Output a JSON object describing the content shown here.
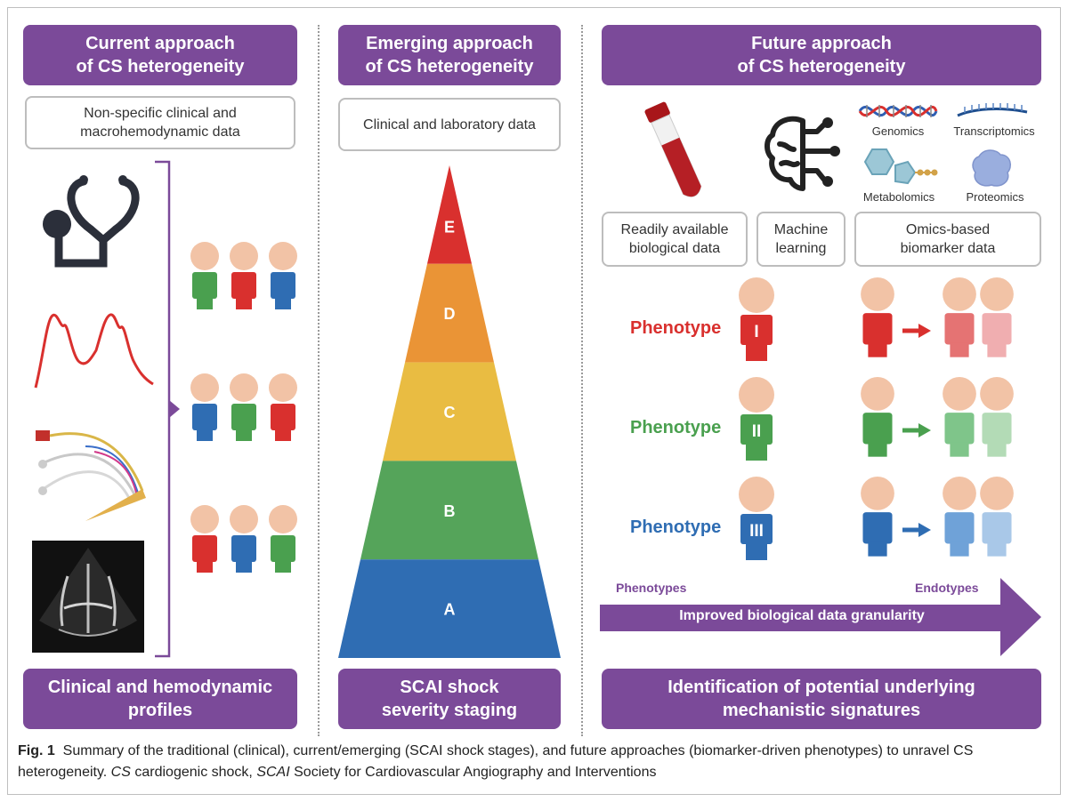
{
  "columns": {
    "current": {
      "header": "Current approach\nof CS heterogeneity",
      "data_box": "Non-specific clinical and\nmacrohemodynamic data",
      "footer": "Clinical and hemodynamic\nprofiles"
    },
    "emerging": {
      "header": "Emerging approach\nof CS heterogeneity",
      "data_box": "Clinical and laboratory data",
      "footer": "SCAI shock\nseverity staging"
    },
    "future": {
      "header": "Future approach\nof CS heterogeneity",
      "box_readily": "Readily available\nbiological data",
      "box_ml": "Machine\nlearning",
      "box_omics": "Omics-based\nbiomarker data",
      "footer": "Identification of potential underlying\nmechanistic signatures"
    }
  },
  "omics": {
    "genomics": "Genomics",
    "transcriptomics": "Transcriptomics",
    "metabolomics": "Metabolomics",
    "proteomics": "Proteomics"
  },
  "scai_stages": [
    {
      "label": "E",
      "color": "#d9302e"
    },
    {
      "label": "D",
      "color": "#ea9436"
    },
    {
      "label": "C",
      "color": "#e9bc42"
    },
    {
      "label": "B",
      "color": "#55a45a"
    },
    {
      "label": "A",
      "color": "#2f6db3"
    }
  ],
  "phenotypes": [
    {
      "word": "Phenotype",
      "numeral": "I",
      "color": "#d9302e",
      "light1": "#e57373",
      "light2": "#f0aeb0"
    },
    {
      "word": "Phenotype",
      "numeral": "II",
      "color": "#4aa04f",
      "light1": "#7fc58a",
      "light2": "#b3dbb6"
    },
    {
      "word": "Phenotype",
      "numeral": "III",
      "color": "#2f6db3",
      "light1": "#6fa2d8",
      "light2": "#a9c8e8"
    }
  ],
  "granularity_arrow": {
    "left_label": "Phenotypes",
    "right_label": "Endotypes",
    "text": "Improved biological data granularity"
  },
  "person_rows": [
    [
      "#4aa04f",
      "#d9302e",
      "#2f6db3"
    ],
    [
      "#2f6db3",
      "#4aa04f",
      "#d9302e"
    ],
    [
      "#d9302e",
      "#2f6db3",
      "#4aa04f"
    ]
  ],
  "colors": {
    "purple": "#7b4a99",
    "skin": "#f2c3a6",
    "dark_icon": "#2b2f3a"
  },
  "caption": {
    "fig": "Fig. 1",
    "text": "Summary of the traditional (clinical), current/emerging (SCAI shock stages), and future approaches (biomarker-driven phenotypes) to unravel CS heterogeneity.",
    "abbr1": "CS",
    "abbr1_def": "cardiogenic shock,",
    "abbr2": "SCAI",
    "abbr2_def": "Society for Cardiovascular Angiography and Interventions"
  }
}
